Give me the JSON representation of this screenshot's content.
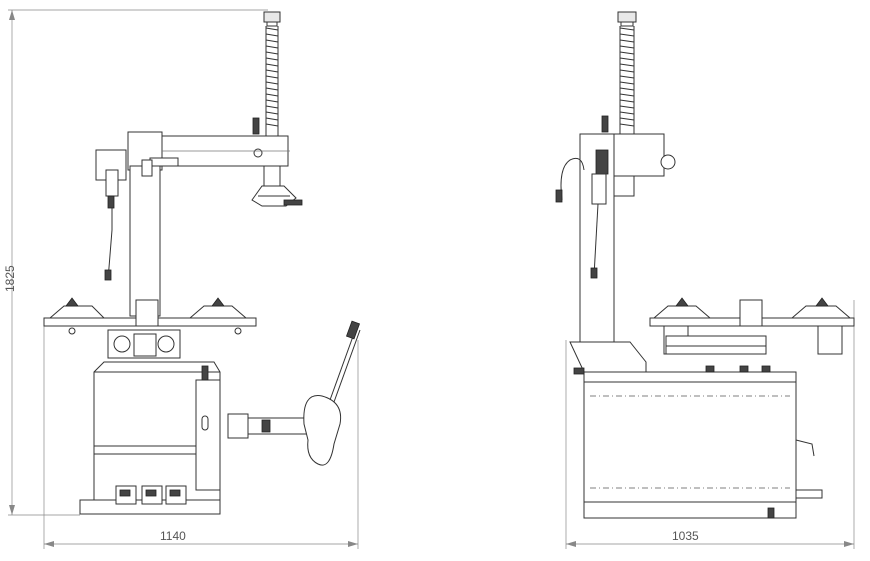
{
  "dimensions": {
    "height": "1825",
    "front_width": "1140",
    "side_width": "1035"
  },
  "colors": {
    "line": "#333333",
    "dimension_line": "#888888",
    "background": "#ffffff"
  }
}
